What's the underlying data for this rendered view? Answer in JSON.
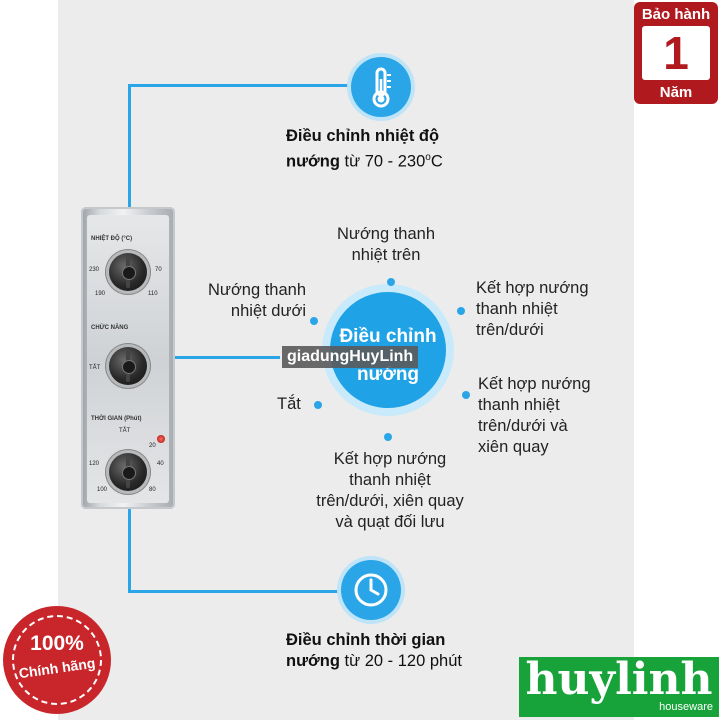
{
  "warranty": {
    "top": "Bảo hành",
    "number": "1",
    "bottom": "Năm"
  },
  "temperature": {
    "title": "Điều chỉnh nhiệt độ",
    "line2_bold": "nướng",
    "line2_rest": " từ 70 - 230",
    "unit_sup": "o",
    "unit": "C",
    "icon": "thermometer-icon"
  },
  "timer": {
    "title": "Điều chỉnh thời gian",
    "line2_bold": "nướng",
    "line2_rest": " từ 20 - 120 phút",
    "icon": "clock-icon"
  },
  "center": {
    "line1": "Điều chỉnh",
    "line2": "nướng"
  },
  "watermark": "giadungHuyLinh",
  "options": {
    "top": [
      "Nướng thanh",
      "nhiệt trên"
    ],
    "upper_left": [
      "Nướng thanh",
      "nhiệt dưới"
    ],
    "upper_right": [
      "Kết hợp nướng",
      "thanh nhiệt",
      "trên/dưới"
    ],
    "left": "Tắt",
    "lower_right": [
      "Kết hợp nướng",
      "thanh nhiệt",
      "trên/dưới và",
      "xiên quay"
    ],
    "bottom": [
      "Kết hợp nướng",
      "thanh nhiệt",
      "trên/dưới, xiên quay",
      "và quạt đối lưu"
    ]
  },
  "oven_panel": {
    "temp_label": "NHIỆT ĐỘ (°C)",
    "temp_ticks": [
      "230",
      "70",
      "190",
      "110"
    ],
    "func_label": "CHỨC NĂNG",
    "func_tick": "TẮT",
    "time_label": "THỜI GIAN (Phút)",
    "time_ticks": [
      "TẮT",
      "20",
      "120",
      "40",
      "100",
      "80"
    ]
  },
  "stamp": {
    "percent": "100%",
    "text": "Chính hãng"
  },
  "brand": {
    "name": "huylinh",
    "sub": "houseware"
  },
  "colors": {
    "accent": "#2aa6e8",
    "warranty": "#b01a1f",
    "stamp": "#c8262b",
    "brand": "#17a33a",
    "panel_bg": "#ececec"
  }
}
